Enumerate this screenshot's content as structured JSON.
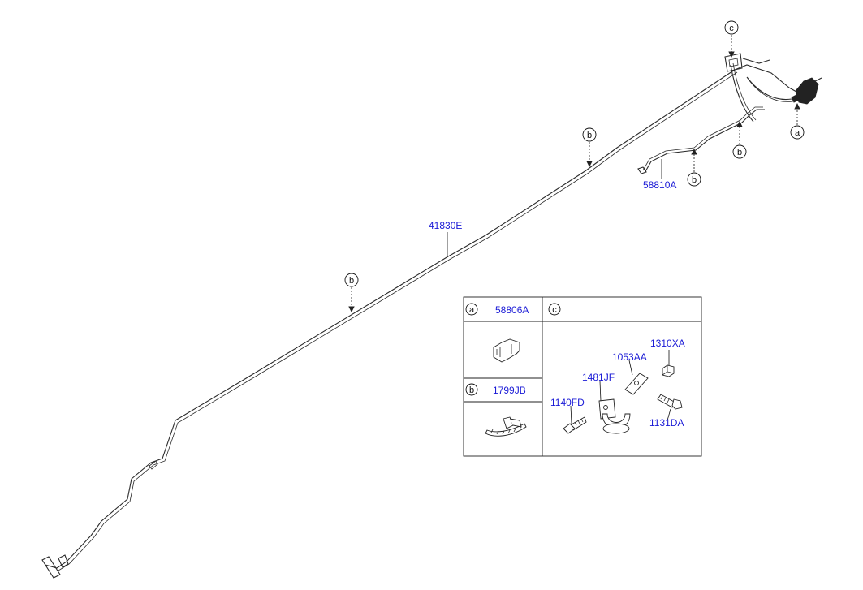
{
  "callouts": {
    "a": "a",
    "b": "b",
    "c": "c"
  },
  "part_numbers": {
    "main_tube": "41830E",
    "hose_assy": "58810A",
    "fitting_a": "58806A",
    "clip_b": "1799JB",
    "nut": "1310XA",
    "bracket": "1053AA",
    "clamp": "1481JF",
    "bolt_left": "1140FD",
    "bolt_right": "1131DA"
  },
  "colors": {
    "part_number": "#1a1ad6",
    "line": "#2a2a2a"
  }
}
